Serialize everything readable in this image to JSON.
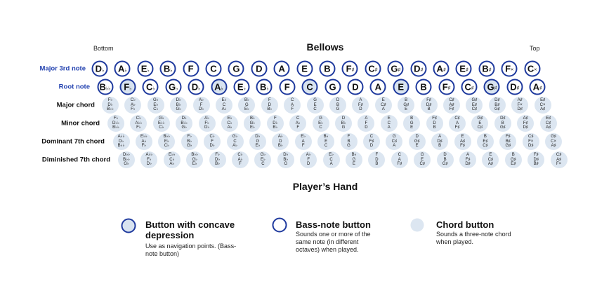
{
  "header": {
    "title": "Bellows",
    "bottom_label": "Bottom",
    "top_label": "Top"
  },
  "footer": {
    "title": "Player’s Hand"
  },
  "colors": {
    "button_border": "#1f3a9e",
    "label_blue": "#2443b0",
    "chord_fill": "#dce6f1",
    "concave_fill": "#d8e3f0"
  },
  "rows": {
    "major_third": {
      "label": "Major 3rd note",
      "notes": [
        "D♭",
        "A♭",
        "E♭",
        "B♭",
        "F",
        "C",
        "G",
        "D",
        "A",
        "E",
        "B",
        "F♯",
        "C♯",
        "G♯",
        "D♯",
        "A♯",
        "E♯",
        "B♯",
        "F×",
        "C×"
      ]
    },
    "root": {
      "label": "Root note",
      "notes": [
        "B♭♭",
        "F♭",
        "C♭",
        "G♭",
        "D♭",
        "A♭",
        "E♭",
        "B♭",
        "F",
        "C",
        "G",
        "D",
        "A",
        "E",
        "B",
        "F♯",
        "C♯",
        "G♯",
        "D♯",
        "A♯"
      ],
      "concave": [
        "F♭",
        "A♭",
        "C",
        "E",
        "G♯"
      ]
    },
    "major": {
      "label": "Major chord",
      "chords": [
        [
          "F♭",
          "D♭",
          "B♭♭"
        ],
        [
          "C♭",
          "A♭",
          "F♭"
        ],
        [
          "G♭",
          "E♭",
          "C♭"
        ],
        [
          "D♭",
          "B♭",
          "G♭"
        ],
        [
          "A♭",
          "F",
          "D♭"
        ],
        [
          "E♭",
          "C",
          "A♭"
        ],
        [
          "B♭",
          "G",
          "E♭"
        ],
        [
          "F",
          "D",
          "B♭"
        ],
        [
          "C",
          "A",
          "F"
        ],
        [
          "G",
          "E",
          "C"
        ],
        [
          "D",
          "B",
          "G"
        ],
        [
          "A",
          "F♯",
          "D"
        ],
        [
          "E",
          "C♯",
          "A"
        ],
        [
          "B",
          "G♯",
          "E"
        ],
        [
          "F♯",
          "D♯",
          "B"
        ],
        [
          "C♯",
          "A♯",
          "F♯"
        ],
        [
          "G♯",
          "E♯",
          "C♯"
        ],
        [
          "D♯",
          "B♯",
          "G♯"
        ],
        [
          "A♯",
          "F×",
          "D♯"
        ],
        [
          "E♯",
          "C×",
          "A♯"
        ]
      ]
    },
    "minor": {
      "label": "Minor chord",
      "chords": [
        [
          "F♭",
          "D♭♭",
          "B♭♭"
        ],
        [
          "C♭",
          "A♭♭",
          "F♭"
        ],
        [
          "G♭",
          "E♭♭",
          "C♭"
        ],
        [
          "D♭",
          "B♭♭",
          "G♭"
        ],
        [
          "A♭",
          "F♭",
          "D♭"
        ],
        [
          "E♭",
          "C♭",
          "A♭"
        ],
        [
          "B♭",
          "G♭",
          "E♭"
        ],
        [
          "F",
          "D♭",
          "B♭"
        ],
        [
          "C",
          "A♭",
          "F"
        ],
        [
          "G",
          "E♭",
          "C"
        ],
        [
          "D",
          "B♭",
          "G"
        ],
        [
          "A",
          "F",
          "D"
        ],
        [
          "E",
          "C",
          "A"
        ],
        [
          "B",
          "G",
          "E"
        ],
        [
          "F♯",
          "D",
          "B"
        ],
        [
          "C♯",
          "A",
          "F♯"
        ],
        [
          "G♯",
          "E",
          "C♯"
        ],
        [
          "D♯",
          "B",
          "G♯"
        ],
        [
          "A♯",
          "F♯",
          "D♯"
        ],
        [
          "E♯",
          "C♯",
          "A♯"
        ]
      ]
    },
    "dominant7": {
      "label": "Dominant 7th chord",
      "chords": [
        [
          "A♭♭",
          "D♭",
          "B♭♭"
        ],
        [
          "E♭♭",
          "A♭",
          "F♭"
        ],
        [
          "B♭♭",
          "E♭",
          "C♭"
        ],
        [
          "F♭",
          "B♭",
          "G♭"
        ],
        [
          "C♭",
          "F",
          "D♭"
        ],
        [
          "G♭",
          "C",
          "A♭"
        ],
        [
          "D♭",
          "G",
          "E♭"
        ],
        [
          "A♭",
          "D",
          "B♭"
        ],
        [
          "E♭",
          "A",
          "F"
        ],
        [
          "B♭",
          "E",
          "C"
        ],
        [
          "F",
          "B",
          "G"
        ],
        [
          "C",
          "F♯",
          "D"
        ],
        [
          "G",
          "C♯",
          "A"
        ],
        [
          "D",
          "G♯",
          "E"
        ],
        [
          "A",
          "D♯",
          "B"
        ],
        [
          "E",
          "A♯",
          "F♯"
        ],
        [
          "B",
          "E♯",
          "C♯"
        ],
        [
          "F♯",
          "B♯",
          "G♯"
        ],
        [
          "C♯",
          "F×",
          "D♯"
        ],
        [
          "G♯",
          "C×",
          "A♯"
        ]
      ]
    },
    "diminished7": {
      "label": "Diminished 7th chord",
      "chords": [
        [
          "D♭♭",
          "B♭♭",
          "G♭"
        ],
        [
          "A♭♭",
          "F♭",
          "D♭"
        ],
        [
          "E♭♭",
          "C♭",
          "A♭"
        ],
        [
          "B♭♭",
          "G♭",
          "E♭"
        ],
        [
          "F♭",
          "D♭",
          "B♭"
        ],
        [
          "C♭",
          "A♭",
          "F"
        ],
        [
          "G♭",
          "E♭",
          "C"
        ],
        [
          "D♭",
          "B♭",
          "G"
        ],
        [
          "A♭",
          "F",
          "D"
        ],
        [
          "E♭",
          "C",
          "A"
        ],
        [
          "B♭",
          "G",
          "E"
        ],
        [
          "F",
          "D",
          "B"
        ],
        [
          "C",
          "A",
          "F♯"
        ],
        [
          "G",
          "E",
          "C♯"
        ],
        [
          "D",
          "B",
          "G♯"
        ],
        [
          "A",
          "F♯",
          "D♯"
        ],
        [
          "E",
          "C♯",
          "A♯"
        ],
        [
          "B",
          "G♯",
          "E♯"
        ],
        [
          "F♯",
          "D♯",
          "B♯"
        ],
        [
          "C♯",
          "A♯",
          "F×"
        ]
      ]
    }
  },
  "legend": [
    {
      "title": "Button with concave depression",
      "description": "Use as navigation points. (Bass-note button)"
    },
    {
      "title": "Bass-note button",
      "description": "Sounds one or more of the same note (in different octaves) when played."
    },
    {
      "title": "Chord button",
      "description": "Sounds a three-note chord when played."
    }
  ]
}
